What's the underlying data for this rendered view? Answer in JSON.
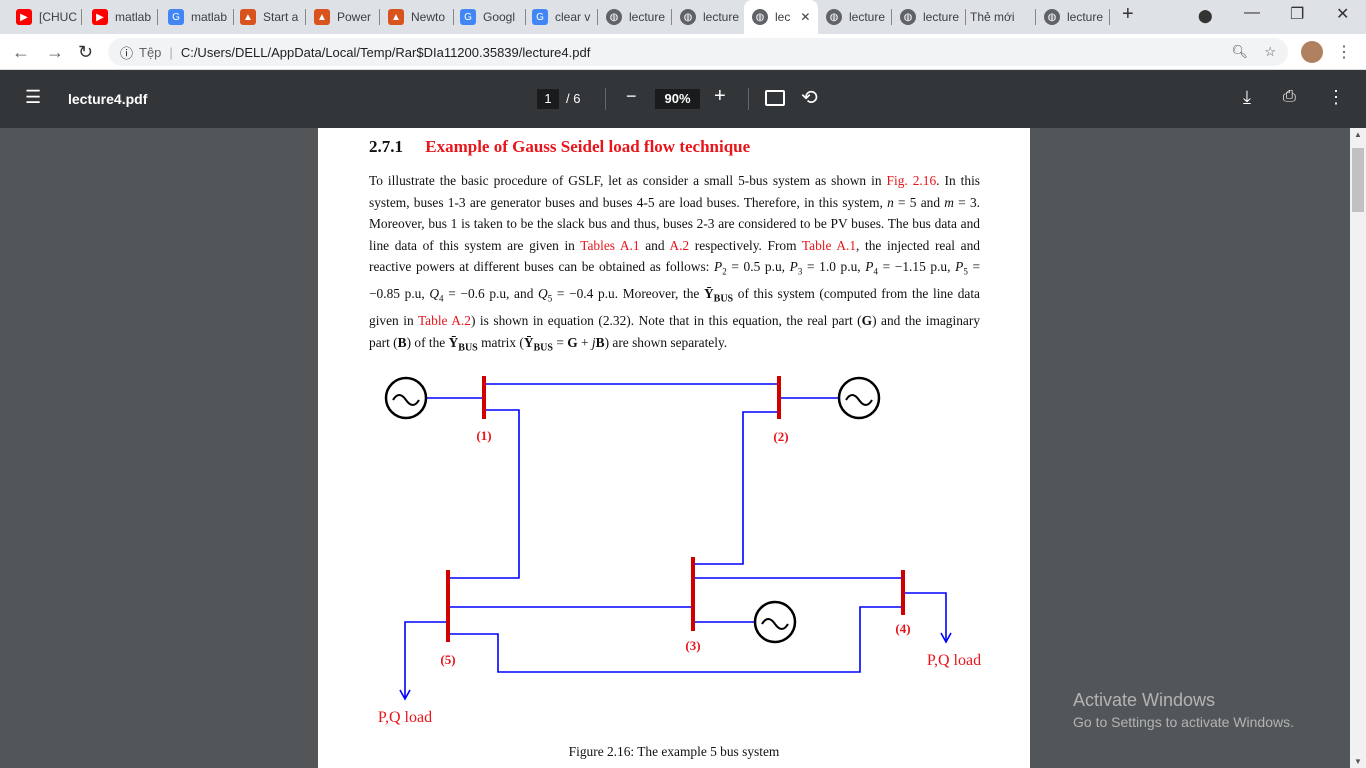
{
  "tabs": [
    {
      "label": "[CHUC",
      "icon": "youtube-icon",
      "color": "#ff0000"
    },
    {
      "label": "matlab",
      "icon": "youtube-icon",
      "color": "#ff0000"
    },
    {
      "label": "matlab",
      "icon": "google-icon",
      "color": "#4285f4"
    },
    {
      "label": "Start a",
      "icon": "matlab-icon",
      "color": "#d9531e"
    },
    {
      "label": "Power",
      "icon": "matlab-icon",
      "color": "#d9531e"
    },
    {
      "label": "Newto",
      "icon": "matlab-icon",
      "color": "#d9531e"
    },
    {
      "label": "Googl",
      "icon": "google-translate-icon",
      "color": "#4285f4"
    },
    {
      "label": "clear v",
      "icon": "google-icon",
      "color": "#4285f4"
    },
    {
      "label": "lecture",
      "icon": "globe-icon",
      "color": "#5f6368"
    },
    {
      "label": "lecture",
      "icon": "globe-icon",
      "color": "#5f6368"
    },
    {
      "label": "lec",
      "icon": "globe-icon",
      "color": "#5f6368",
      "active": true
    },
    {
      "label": "lecture",
      "icon": "globe-icon",
      "color": "#5f6368"
    },
    {
      "label": "lecture",
      "icon": "globe-icon",
      "color": "#5f6368"
    },
    {
      "label": "Thẻ mới",
      "icon": "",
      "color": ""
    },
    {
      "label": "lecture",
      "icon": "globe-icon",
      "color": "#5f6368"
    }
  ],
  "address": {
    "security": "Tệp",
    "url": "C:/Users/DELL/AppData/Local/Temp/Rar$DIa11200.35839/lecture4.pdf"
  },
  "pdf": {
    "title": "lecture4.pdf",
    "page": "1",
    "total": "/ 6",
    "zoom": "90%"
  },
  "doc": {
    "section_num": "2.7.1",
    "section_title": "Example of Gauss Seidel load flow technique",
    "paragraph": [
      [
        "To illustrate the basic procedure of GSLF, let as consider a small 5-bus system as shown in ",
        {
          "r": "Fig. 2.16"
        },
        ". In this system, buses 1-3 are generator buses and buses 4-5 are load buses. Therefore, in this system, ",
        {
          "i": "n"
        },
        " = 5 and ",
        {
          "i": "m"
        },
        " = 3. Moreover, bus 1 is taken to be the slack bus and thus, buses 2-3 are considered to be PV buses. The bus data and line data of this system are given in ",
        {
          "r": "Tables A.1"
        },
        " and ",
        {
          "r": "A.2"
        },
        " respectively. From ",
        {
          "r": "Table A.1"
        },
        ", the injected real and reactive powers at different buses can be obtained as follows: ",
        {
          "i": "P"
        },
        {
          "s": "2"
        },
        " = 0.5 p.u, ",
        {
          "i": "P"
        },
        {
          "s": "3"
        },
        " = 1.0 p.u, ",
        {
          "i": "P"
        },
        {
          "s": "4"
        },
        " = −1.15 p.u, ",
        {
          "i": "P"
        },
        {
          "s": "5"
        },
        " = −0.85 p.u, ",
        {
          "i": "Q"
        },
        {
          "s": "4"
        },
        " = −0.6 p.u, and ",
        {
          "i": "Q"
        },
        {
          "s": "5"
        },
        " = −0.4 p.u. Moreover, the ",
        {
          "b": "Ȳ"
        },
        {
          "bs": "BUS"
        },
        " of this system (computed from the line data given in ",
        {
          "r": "Table A.2"
        },
        ") is shown in equation (2.32). Note that in this equation, the real part (",
        {
          "b": "G"
        },
        ") and the imaginary part (",
        {
          "b": "B"
        },
        ") of the ",
        {
          "b": "Ȳ"
        },
        {
          "bs": "BUS"
        },
        " matrix (",
        {
          "b": "Ȳ"
        },
        {
          "bs": "BUS"
        },
        " = ",
        {
          "b": "G"
        },
        " + ",
        {
          "i": "j"
        },
        {
          "b": "B"
        },
        ") are shown separately."
      ]
    ],
    "bus_labels": [
      "(1)",
      "(2)",
      "(3)",
      "(4)",
      "(5)"
    ],
    "load_label": "P,Q load",
    "caption": "Figure 2.16: The example 5 bus system"
  },
  "watermark": {
    "title": "Activate Windows",
    "sub": "Go to Settings to activate Windows."
  }
}
